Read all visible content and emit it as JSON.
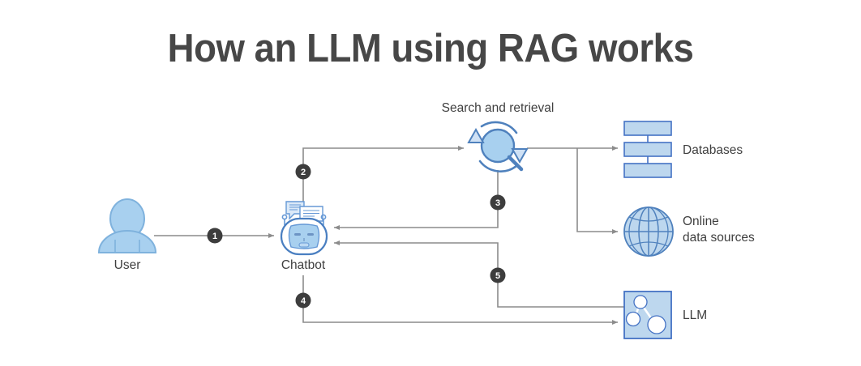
{
  "page": {
    "title": "How an LLM using RAG works",
    "background_color": "#ffffff",
    "title_color": "#474747"
  },
  "palette": {
    "icon_fill": "#bdd7ee",
    "icon_stroke": "#4f81bd",
    "llm_box_fill": "#bdd7ee",
    "llm_box_stroke": "#4472c4",
    "arrow_color": "#8c8c8c",
    "badge_fill": "#3d3d3d",
    "badge_text": "#ffffff",
    "label_color": "#3f3f3f"
  },
  "nodes": [
    {
      "id": "user",
      "label": "User",
      "icon": "user-icon"
    },
    {
      "id": "chatbot",
      "label": "Chatbot",
      "icon": "chatbot-icon"
    },
    {
      "id": "search",
      "label": "Search and retrieval",
      "icon": "search-retrieval-icon"
    },
    {
      "id": "databases",
      "label": "Databases",
      "icon": "databases-icon"
    },
    {
      "id": "online",
      "label_line1": "Online",
      "label_line2": "data sources",
      "icon": "globe-icon"
    },
    {
      "id": "llm",
      "label": "LLM",
      "icon": "llm-network-icon"
    }
  ],
  "steps": [
    {
      "number": "1",
      "from": "user",
      "to": "chatbot"
    },
    {
      "number": "2",
      "from": "chatbot",
      "to": "search"
    },
    {
      "number": "3",
      "from": "search",
      "to": "chatbot"
    },
    {
      "number": "4",
      "from": "chatbot",
      "to": "llm"
    },
    {
      "number": "5",
      "from": "llm",
      "to": "chatbot"
    }
  ]
}
